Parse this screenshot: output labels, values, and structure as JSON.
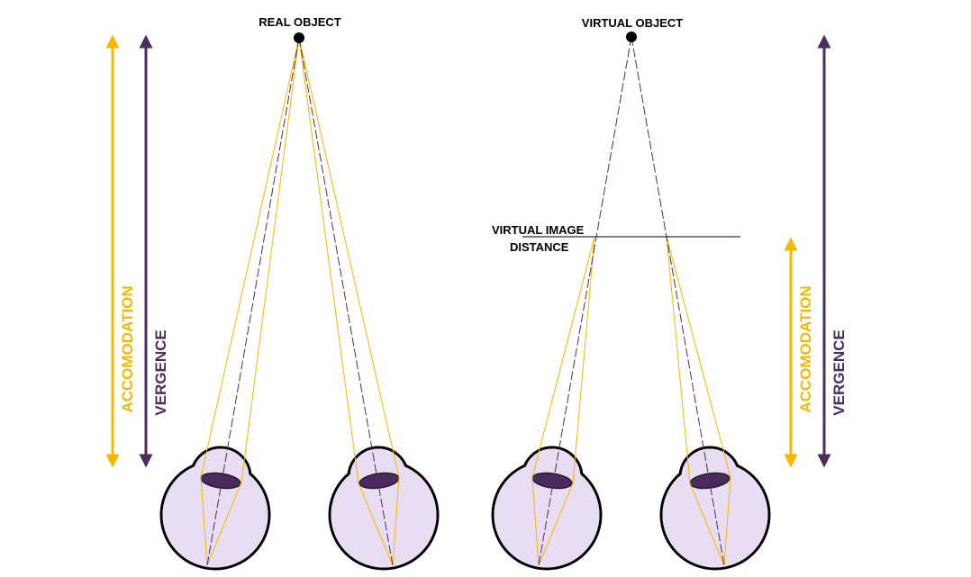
{
  "labels": {
    "real_object": "REAL OBJECT",
    "virtual_object": "VIRTUAL OBJECT",
    "virtual_image_line1": "VIRTUAL IMAGE",
    "virtual_image_line2": "DISTANCE",
    "accommodation_left": "ACCOMODATION",
    "vergence_left": "VERGENCE",
    "accommodation_right": "ACCOMODATION",
    "vergence_right": "VERGENCE"
  },
  "colors": {
    "accommodation": "#f5b800",
    "vergence": "#4b2e5e",
    "eye_fill": "#e9ddf3",
    "lens": "#4a2a5e"
  }
}
